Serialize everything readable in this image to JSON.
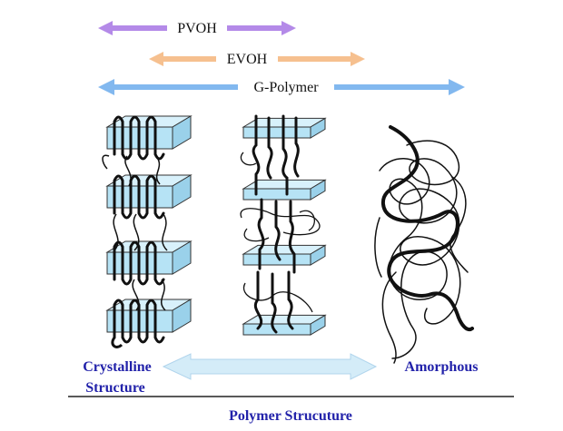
{
  "ranges": [
    {
      "label": "PVOH",
      "color": "#b48ae8"
    },
    {
      "label": "EVOH",
      "color": "#f6c08f"
    },
    {
      "label": "G-Polymer",
      "color": "#82b8ef"
    }
  ],
  "structures": {
    "left": "Crystalline Structure",
    "left_line1": "Crystalline",
    "left_line2": "Structure",
    "right": "Amorphous"
  },
  "footer": {
    "caption": "Polymer Strucuture"
  },
  "colors": {
    "lamella_top": "#d8f1fb",
    "lamella_front": "#b6e3f5",
    "lamella_side": "#9ad1ea",
    "spectrum_arrow": "#d4ecf8",
    "label_blue": "#2222aa"
  }
}
